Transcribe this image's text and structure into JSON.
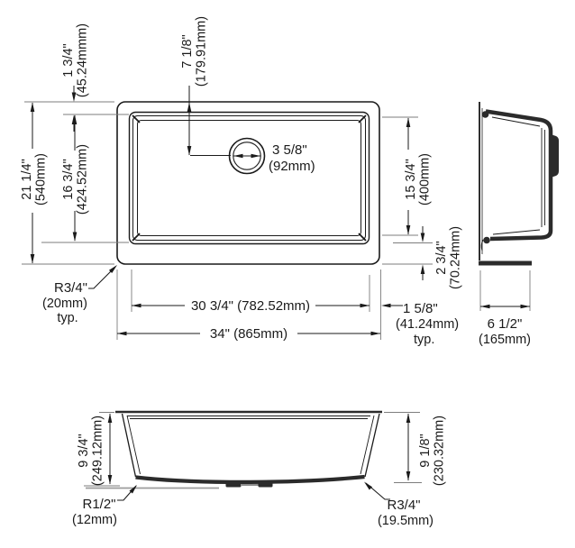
{
  "plan": {
    "top_reveal": {
      "in": "1 3/4\"",
      "mm": "(45.24mmm)"
    },
    "drain_setback": {
      "in": "7 1/8\"",
      "mm": "(179.91mm)"
    },
    "overall_depth": {
      "in": "21 1/4\"",
      "mm": "(540mm)"
    },
    "bowl_depth": {
      "in": "16 3/4\"",
      "mm": "(424.52mm)"
    },
    "drain_diameter": {
      "in": "3 5/8\"",
      "mm": "(92mm)"
    },
    "bowl_depth_inner": {
      "in": "15 3/4\"",
      "mm": "(400mm)"
    },
    "bottom_reveal": {
      "in": "2 3/4\"",
      "mm": "(70.24mm)"
    },
    "corner_radius": {
      "r": "R3/4\"",
      "mm": "(20mm)",
      "note": "typ."
    },
    "bowl_width": {
      "text": "30 3/4\" (782.52mm)"
    },
    "overall_width": {
      "text": "34\" (865mm)"
    },
    "edge_offset": {
      "in": "1 5/8\"",
      "mm": "(41.24mm)",
      "note": "typ."
    }
  },
  "side": {
    "front_to_back": {
      "in": "6 1/2\"",
      "mm": "(165mm)"
    }
  },
  "front": {
    "height_left": {
      "in": "9 3/4\"",
      "mm": "(249.12mm)"
    },
    "height_right": {
      "in": "9 1/8\"",
      "mm": "(230.32mm)"
    },
    "radius_left": {
      "r": "R1/2\"",
      "mm": "(12mm)"
    },
    "radius_right": {
      "r": "R3/4\"",
      "mm": "(19.5mm)"
    }
  },
  "colors": {
    "line": "#1a1a1a",
    "extension": "#7d7d7d",
    "datum": "#9c9c9c"
  }
}
